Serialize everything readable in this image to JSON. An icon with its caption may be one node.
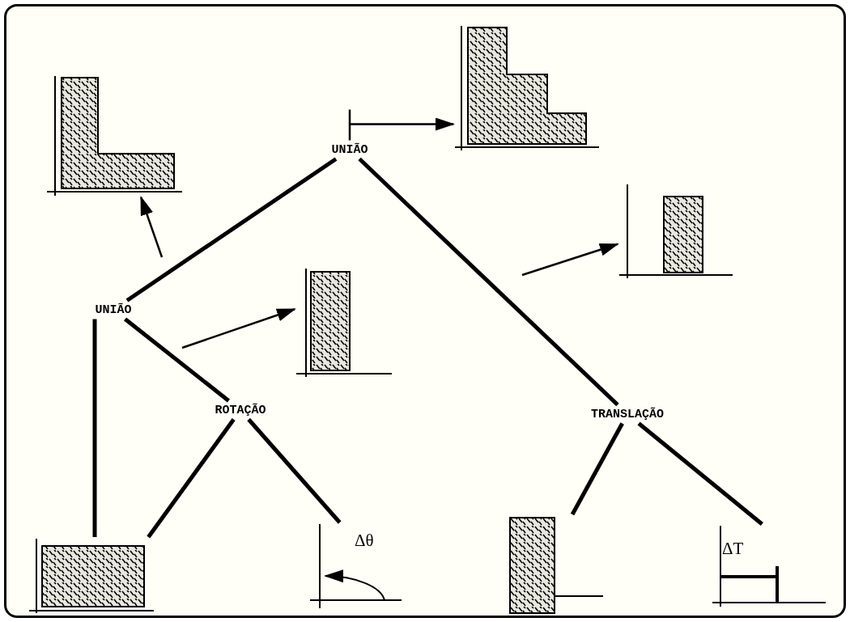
{
  "diagram": {
    "nodes": [
      {
        "text": [
          "UNIÃO"
        ]
      },
      {
        "text": [
          "UNIÃO"
        ]
      },
      {
        "text": [
          "ROTAÇÃO"
        ]
      },
      {
        "text": [
          "TRANSLAÇÃO"
        ]
      },
      {
        "text": [],
        "shape": "box"
      },
      {
        "text": [
          "Δθ"
        ]
      },
      {
        "text": [],
        "shape": "box"
      },
      {
        "text": [
          "ΔT"
        ]
      },
      {
        "text": [],
        "shape": "picture"
      },
      {
        "text": [],
        "shape": "picture"
      },
      {
        "text": [],
        "shape": "box"
      },
      {
        "text": [],
        "shape": "box"
      }
    ],
    "edges": [
      {
        "from": 0,
        "to": 1,
        "arrow": "none"
      },
      {
        "from": 0,
        "to": 3,
        "arrow": "none"
      },
      {
        "from": 1,
        "to": 4,
        "arrow": "none"
      },
      {
        "from": 1,
        "to": 2,
        "arrow": "none"
      },
      {
        "from": 2,
        "to": 4,
        "arrow": "none"
      },
      {
        "from": 2,
        "to": 5,
        "arrow": "none"
      },
      {
        "from": 3,
        "to": 6,
        "arrow": "none"
      },
      {
        "from": 3,
        "to": 7,
        "arrow": "none"
      },
      {
        "from": 0,
        "to": 9,
        "arrow": "to"
      },
      {
        "from": null,
        "to": 8,
        "arrow": "to"
      },
      {
        "from": null,
        "to": 10,
        "arrow": "to"
      },
      {
        "from": null,
        "to": 11,
        "arrow": "to"
      }
    ]
  }
}
